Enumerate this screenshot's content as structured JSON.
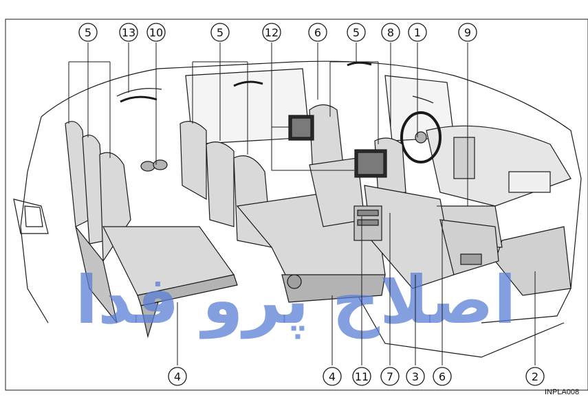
{
  "figure": {
    "code": "INPLA008",
    "watermark": "اصلاح پرو فدا",
    "colors": {
      "line": "#1a1a1a",
      "seat": "#d9d9d9",
      "seat_shadow": "#b3b3b3",
      "floor": "#e6e6e6",
      "watermark": "#5b7fd6"
    }
  },
  "callouts": [
    {
      "num": "5"
    },
    {
      "num": "13"
    },
    {
      "num": "10"
    },
    {
      "num": "5"
    },
    {
      "num": "12"
    },
    {
      "num": "6"
    },
    {
      "num": "5"
    },
    {
      "num": "8"
    },
    {
      "num": "1"
    },
    {
      "num": "9"
    },
    {
      "num": "4"
    },
    {
      "num": "4"
    },
    {
      "num": "11"
    },
    {
      "num": "7"
    },
    {
      "num": "3"
    },
    {
      "num": "6"
    },
    {
      "num": "2"
    }
  ]
}
